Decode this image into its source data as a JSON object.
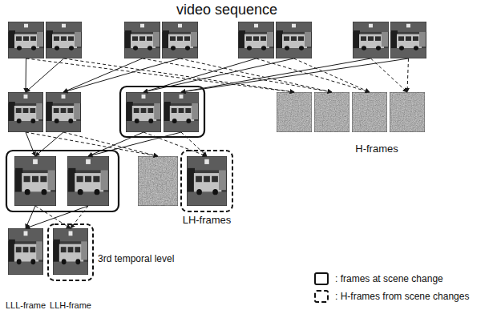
{
  "diagram": {
    "title": "video sequence",
    "nodes": [
      {
        "text": [
          "LLL-frame"
        ]
      },
      {
        "text": [
          "LLH-frame"
        ]
      }
    ],
    "labels": [
      "H-frames",
      "LH-frames",
      "3rd temporal level"
    ],
    "legend": [
      {
        "text": ": frames at scene change"
      },
      {
        "text": ": H-frames from scene changes"
      }
    ]
  }
}
